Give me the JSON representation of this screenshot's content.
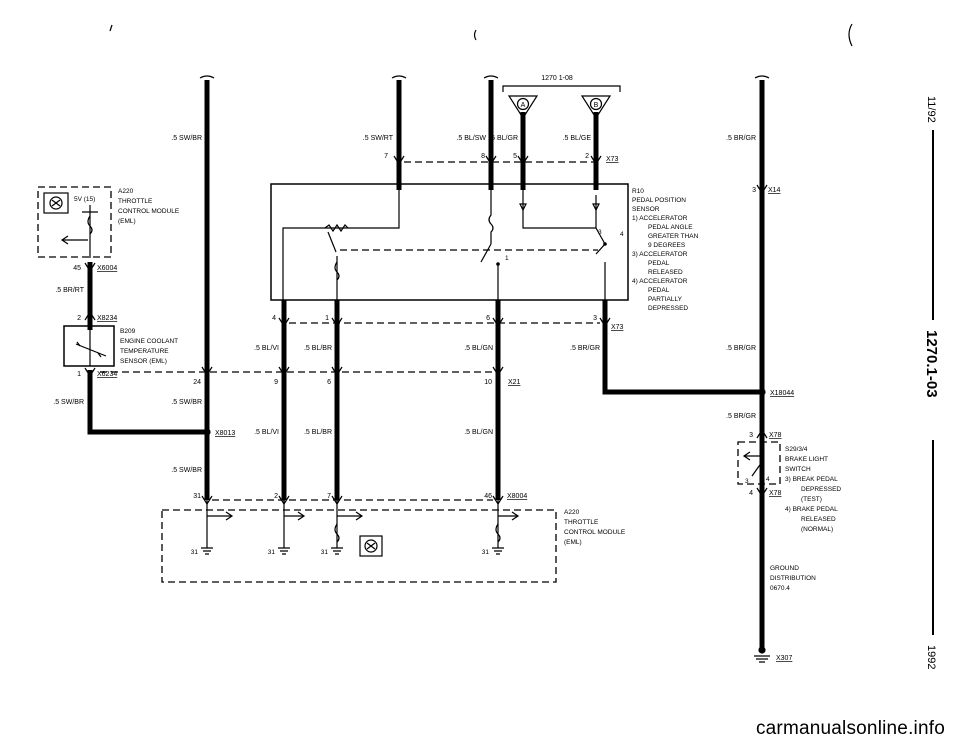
{
  "page_ref": "1270 1-08",
  "side_text": {
    "date": "11/92",
    "doc_number": "1270.1-03",
    "year": "1992"
  },
  "watermark": "carmanualsonline.info",
  "wire_labels": {
    "w_sw_br_top": ".5 SW/BR",
    "w_sw_rt": ".5 SW/RT",
    "w_bl_sw": ".5 BL/SW",
    "w_bl_gr": ".5 BL/GR",
    "w_bl_ge": ".5 BL/GE",
    "w_br_gr_top": ".5 BR/GR",
    "w_br_rt": ".5 BR/RT",
    "w_sw_br_left": ".5 SW/BR",
    "w_sw_br_mid": ".5 SW/BR",
    "w_sw_br_low": ".5 SW/BR",
    "w_bl_vi_1": ".5 BL/VI",
    "w_bl_br_1": ".5 BL/BR",
    "w_bl_gn_1": ".5 BL/GN",
    "w_br_gr_x73": ".5 BR/GR",
    "w_br_gr_right": ".5 BR/GR",
    "w_bl_vi_2": ".5 BL/VI",
    "w_bl_br_2": ".5 BL/BR",
    "w_bl_gn_2": ".5 BL/GN",
    "w_br_gr_lower": ".5 BR/GR"
  },
  "pins": {
    "p7": "7",
    "p8": "8",
    "p5": "5",
    "p2": "2",
    "p3_x14": "3",
    "p45": "45",
    "p2_x8234": "2",
    "p1_x6234": "1",
    "p24": "24",
    "p4_r10": "4",
    "p1_r10": "1",
    "p6_r10": "6",
    "p3_x73": "3",
    "p9": "9",
    "p6_mid": "6",
    "p10": "10",
    "p31_left": "31",
    "p2_low": "2",
    "p7_low": "7",
    "p46": "46",
    "p31_a": "31",
    "p31_b": "31",
    "p31_c": "31",
    "p31_d": "31",
    "p3_x78": "3",
    "p3_s29": "3",
    "p4_s29": "4",
    "p4_x78": "4",
    "r10_sw_3": "3",
    "r10_sw_4": "4",
    "r10_sw_1": "1"
  },
  "terminals": {
    "A": "A",
    "B": "B"
  },
  "connectors": {
    "X73": "X73",
    "X73_b": "X73",
    "X14": "X14",
    "X6004": "X6004",
    "X8234": "X8234",
    "X6234": "X6234",
    "X8013": "X8013",
    "X21": "X21",
    "X18044": "X18044",
    "X8004": "X8004",
    "X78": "X78",
    "X78_b": "X78",
    "X307": "X307"
  },
  "components": {
    "a220_top": {
      "pin_label": "5V (15)",
      "lines": [
        "A220",
        "THROTTLE",
        "CONTROL MODULE",
        "(EML)"
      ]
    },
    "b209": {
      "lines": [
        "B209",
        "ENGINE COOLANT",
        "TEMPERATURE",
        "SENSOR (EML)"
      ]
    },
    "r10": {
      "lines": [
        "R10",
        "PEDAL POSITION",
        "SENSOR",
        "1)  ACCELERATOR",
        "PEDAL ANGLE",
        "GREATER THAN",
        "9 DEGREES",
        "3)  ACCELERATOR",
        "PEDAL",
        "RELEASED",
        "4)  ACCELERATOR",
        "PEDAL",
        "PARTIALLY",
        "DEPRESSED"
      ]
    },
    "a220_bottom": {
      "lines": [
        "A220",
        "THROTTLE",
        "CONTROL MODULE",
        "(EML)"
      ]
    },
    "s29": {
      "lines": [
        "S29/3/4",
        "BRAKE LIGHT",
        "SWITCH",
        "3)  BREAK PEDAL",
        "DEPRESSED",
        "(TEST)",
        "4)  BRAKE PEDAL",
        "RELEASED",
        "(NORMAL)"
      ]
    },
    "ground": {
      "lines": [
        "GROUND",
        "DISTRIBUTION",
        "0670.4"
      ]
    }
  },
  "colors": {
    "ink": "#000000",
    "paper": "#ffffff",
    "watermark": "#9a9a9a"
  }
}
